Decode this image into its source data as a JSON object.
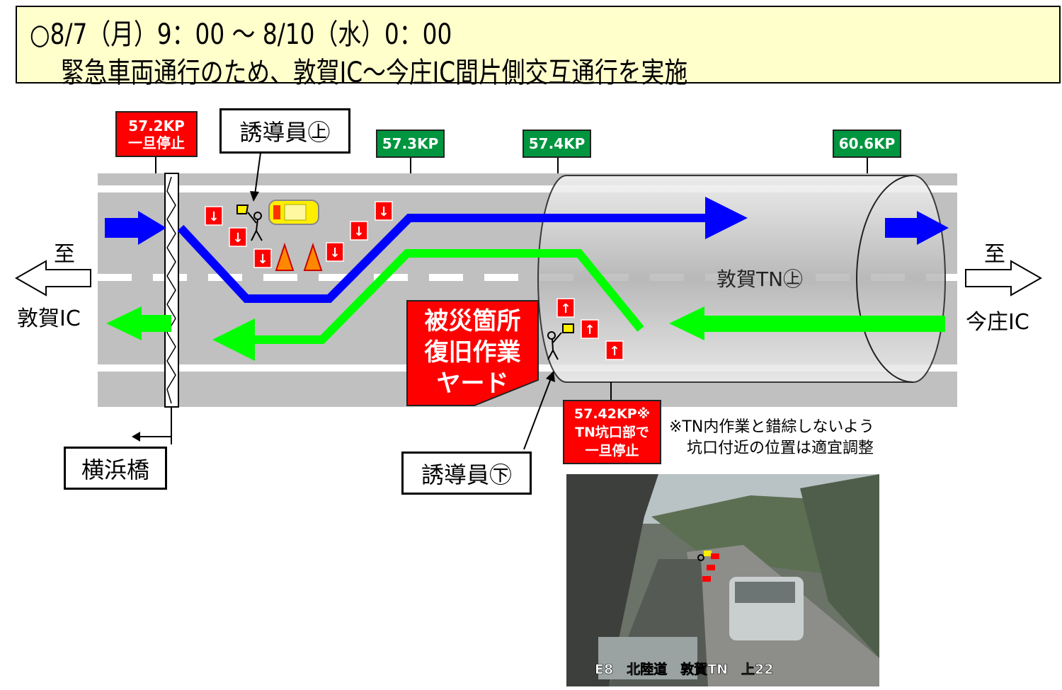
{
  "header": {
    "line1": "○8/7（月）9：00 ～ 8/10（水）0：00",
    "line2": "緊急車両通行のため、敦賀IC～今庄IC間片側交互通行を実施"
  },
  "markers": {
    "kp572": {
      "kp": "57.2KP",
      "note": "一旦停止"
    },
    "kp573": "57.3KP",
    "kp574": "57.4KP",
    "kp606": "60.6KP",
    "kp5742": {
      "kp": "57.42KP※",
      "line2": "TN坑口部で",
      "line3": "一旦停止"
    }
  },
  "guides": {
    "upper": "誘導員㊤",
    "lower": "誘導員㊦"
  },
  "directions": {
    "left": {
      "to": "至",
      "name": "敦賀IC"
    },
    "right": {
      "to": "至",
      "name": "今庄IC"
    }
  },
  "tunnel_label": "敦賀TN㊤",
  "work_yard": {
    "line1": "被災箇所",
    "line2": "復旧作業",
    "line3": "ヤード"
  },
  "bridge_label": "横浜橋",
  "note": {
    "line1": "※TN内作業と錯綜しないよう",
    "line2": "坑口付近の位置は適宜調整"
  },
  "camera_caption": "E8　北陸道　敦賀TN　上22",
  "colors": {
    "road": "#c0c0c0",
    "blue": "#0000ff",
    "green": "#00ff00",
    "red": "#ff0000",
    "kp_green": "#00953f",
    "header_bg": "#ffffcc"
  }
}
